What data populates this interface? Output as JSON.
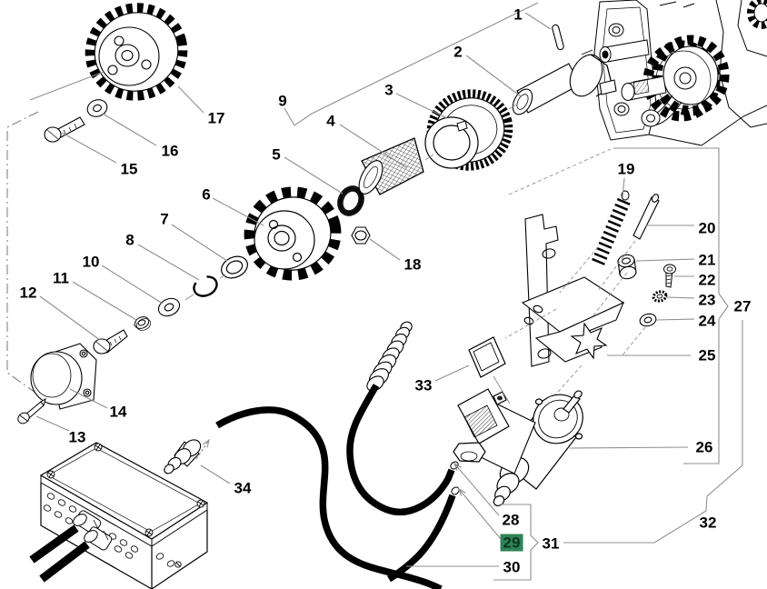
{
  "diagram": {
    "kind": "exploded-parts-diagram",
    "selected_callout": "29"
  },
  "colors": {
    "hl_bg": "#2e8456",
    "hl_text": "#0e3320",
    "line": "#000000",
    "leader": "#8f8f8f"
  },
  "labels": {
    "l1": "1",
    "l2": "2",
    "l3": "3",
    "l4": "4",
    "l5": "5",
    "l6": "6",
    "l7": "7",
    "l8": "8",
    "l9": "9",
    "l10": "10",
    "l11": "11",
    "l12": "12",
    "l13": "13",
    "l14": "14",
    "l15": "15",
    "l16": "16",
    "l17": "17",
    "l18": "18",
    "l19": "19",
    "l20": "20",
    "l21": "21",
    "l22": "22",
    "l23": "23",
    "l24": "24",
    "l25": "25",
    "l26": "26",
    "l27": "27",
    "l28": "28",
    "l29": "29",
    "l30": "30",
    "l31": "31",
    "l32": "32",
    "l33": "33",
    "l34": "34"
  }
}
